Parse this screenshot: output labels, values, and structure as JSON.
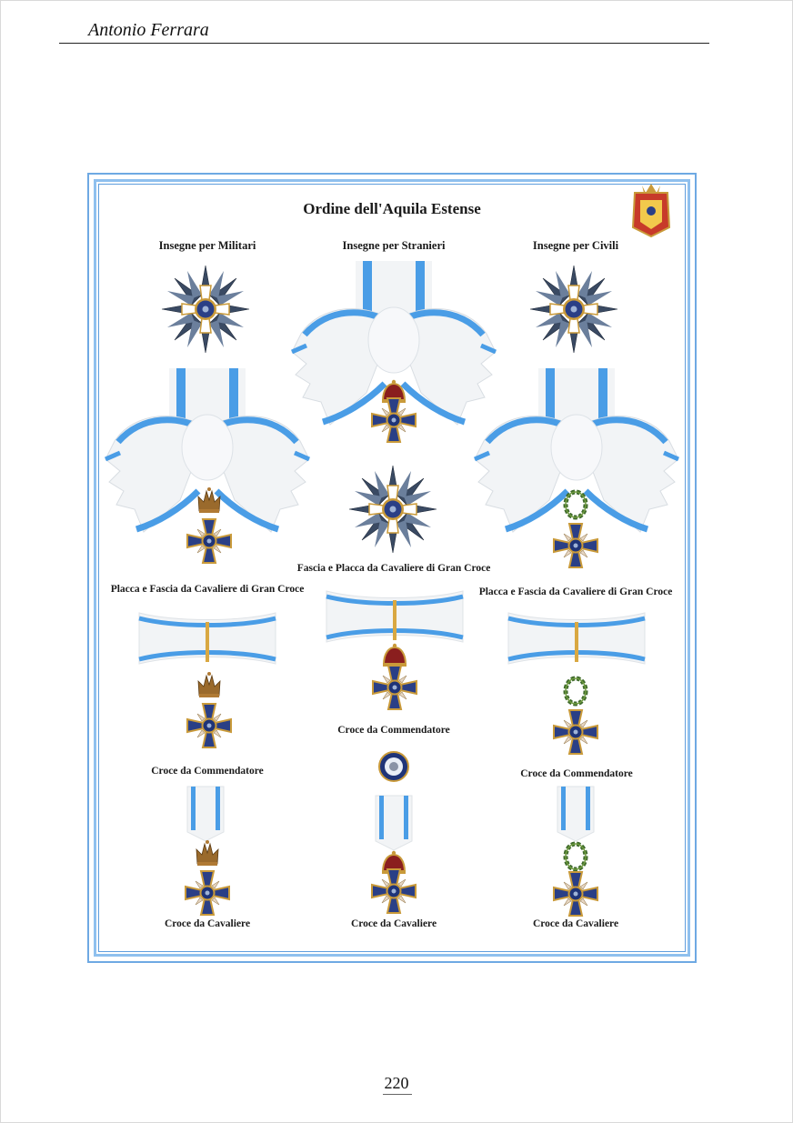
{
  "header": {
    "author": "Antonio Ferrara"
  },
  "plate": {
    "title": "Ordine dell'Aquila Estense",
    "columns": {
      "military": "Insegne per Militari",
      "foreigners": "Insegne per Stranieri",
      "civilians": "Insegne per Civili"
    },
    "captions": {
      "military_grand_cross": "Placca e Fascia da Cavaliere di Gran Croce",
      "foreign_grand_cross": "Fascia e Placca da Cavaliere di Gran Croce",
      "civil_grand_cross": "Placca e Fascia da Cavaliere di Gran Croce",
      "military_commander": "Croce da Commendatore",
      "foreign_commander": "Croce da Commendatore",
      "civil_commander": "Croce da Commendatore",
      "military_knight": "Croce da Cavaliere",
      "foreign_knight": "Croce da Cavaliere",
      "civil_knight": "Croce da Cavaliere"
    },
    "colors": {
      "ribbon_blue": "#4a9de6",
      "ribbon_white": "#f2f4f6",
      "frame_blue": "#6ea9e3",
      "enamel_blue": "#2a3f86",
      "gold": "#c99a3a",
      "laurel_green": "#3f6a2c"
    }
  },
  "footer": {
    "page_number": "220"
  }
}
